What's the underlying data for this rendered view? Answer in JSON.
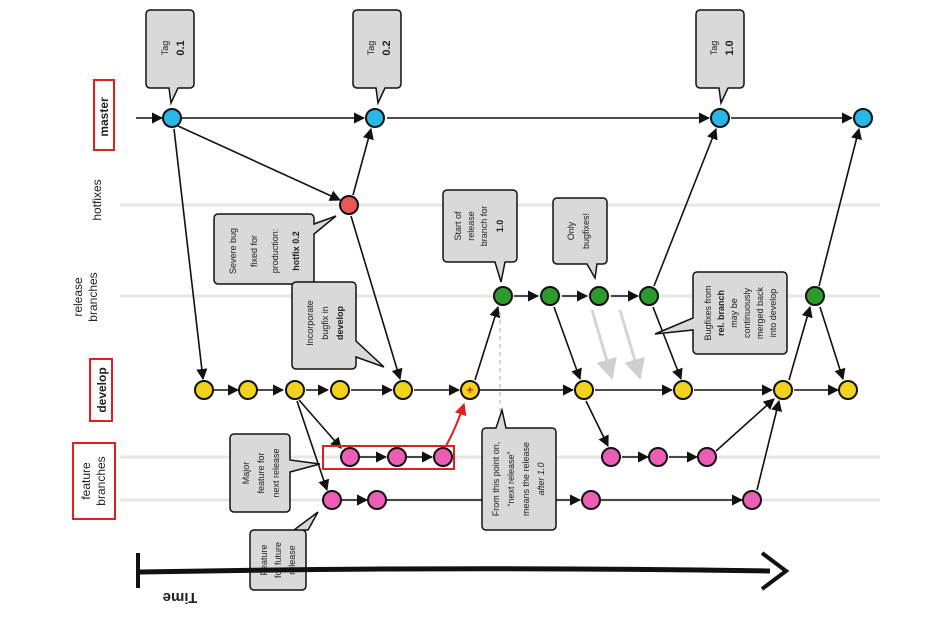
{
  "lanes": {
    "master": "master",
    "hotfixes": "hotfixes",
    "release_l1": "release",
    "release_l2": "branches",
    "develop": "develop",
    "feature_l1": "feature",
    "feature_l2": "branches"
  },
  "tags": [
    {
      "word": "Tag",
      "version": "0.1"
    },
    {
      "word": "Tag",
      "version": "0.2"
    },
    {
      "word": "Tag",
      "version": "1.0"
    }
  ],
  "callouts": {
    "severe": [
      "Severe bug",
      "fixed for",
      "production:",
      "hotfix 0.2"
    ],
    "incorporate": [
      "Incorporate",
      "bugfix in",
      "develop"
    ],
    "start_release": [
      "Start of",
      "release",
      "branch for",
      "1.0"
    ],
    "only_bugfixes": [
      "Only",
      "bugfixes!"
    ],
    "bugfixes_from": [
      "Bugfixes from",
      "rel. branch",
      "may be",
      "continuously",
      "merged back",
      "into develop"
    ],
    "major_feature": [
      "Major",
      "feature for",
      "next release"
    ],
    "future_feature": [
      "Feature",
      "for future",
      "release"
    ],
    "next_release": [
      "From this point on,",
      "“next release”",
      "means the release",
      "after 1.0"
    ]
  },
  "time_label": "Time",
  "colors": {
    "master": "#29b6e8",
    "hotfix": "#e85656",
    "release": "#2e9a2e",
    "develop": "#f2d21a",
    "feature": "#ec5eb4",
    "highlight": "#e02020"
  }
}
